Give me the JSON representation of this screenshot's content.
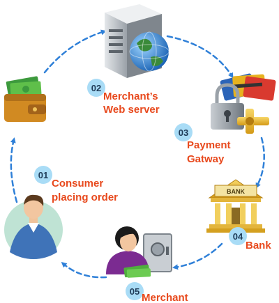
{
  "colors": {
    "arrow": "#2f80d8",
    "badge_fill": "#a9dcf6",
    "badge_text": "#1f3b57",
    "label": "#e8491d"
  },
  "steps": [
    {
      "number": "01",
      "line1": "Consumer",
      "line2": "placing order",
      "icon": "consumer-icon"
    },
    {
      "number": "02",
      "line1": "Merchant’s",
      "line2": "Web server",
      "icon": "web-server-icon"
    },
    {
      "number": "03",
      "line1": "Payment",
      "line2": "Gatway",
      "icon": "payment-gateway-icon"
    },
    {
      "number": "04",
      "line1": "Bank",
      "line2": "",
      "icon": "bank-icon"
    },
    {
      "number": "05",
      "line1": "Merchant",
      "line2": "",
      "icon": "merchant-icon"
    }
  ],
  "wallet": {
    "icon": "wallet-icon"
  },
  "bank_sign": "BANK"
}
